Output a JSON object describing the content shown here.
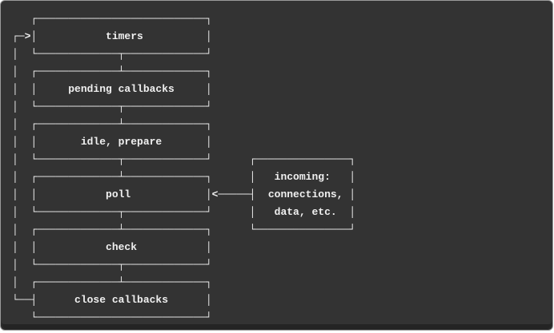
{
  "panel": {
    "background": "#333333",
    "text_color": "#f0f0f0",
    "page_background": "#ffffff",
    "border_color": "#9b9b9b"
  },
  "diagram": {
    "name": "node-event-loop-phases",
    "phases": [
      {
        "label": "timers"
      },
      {
        "label": "pending callbacks"
      },
      {
        "label": "idle, prepare"
      },
      {
        "label": "poll"
      },
      {
        "label": "check"
      },
      {
        "label": "close callbacks"
      }
    ],
    "side_box": {
      "lines": [
        "incoming:",
        "connections,",
        "data, etc."
      ],
      "connects_to": "poll"
    },
    "ascii_lines": [
      "   ┌───────────────────────────┐",
      "┌─>│           timers          │",
      "│  └─────────────┬─────────────┘",
      "│  ┌─────────────┴─────────────┐",
      "│  │     pending callbacks     │",
      "│  └─────────────┬─────────────┘",
      "│  ┌─────────────┴─────────────┐",
      "│  │       idle, prepare       │",
      "│  └─────────────┬─────────────┘      ┌───────────────┐",
      "│  ┌─────────────┴─────────────┐      │   incoming:   │",
      "│  │           poll            │<─────┤  connections, │",
      "│  └─────────────┬─────────────┘      │   data, etc.  │",
      "│  ┌─────────────┴─────────────┐      └───────────────┘",
      "│  │           check           │",
      "│  └─────────────┬─────────────┘",
      "│  ┌─────────────┴─────────────┐",
      "└──┤      close callbacks      │",
      "   └───────────────────────────┘"
    ]
  }
}
